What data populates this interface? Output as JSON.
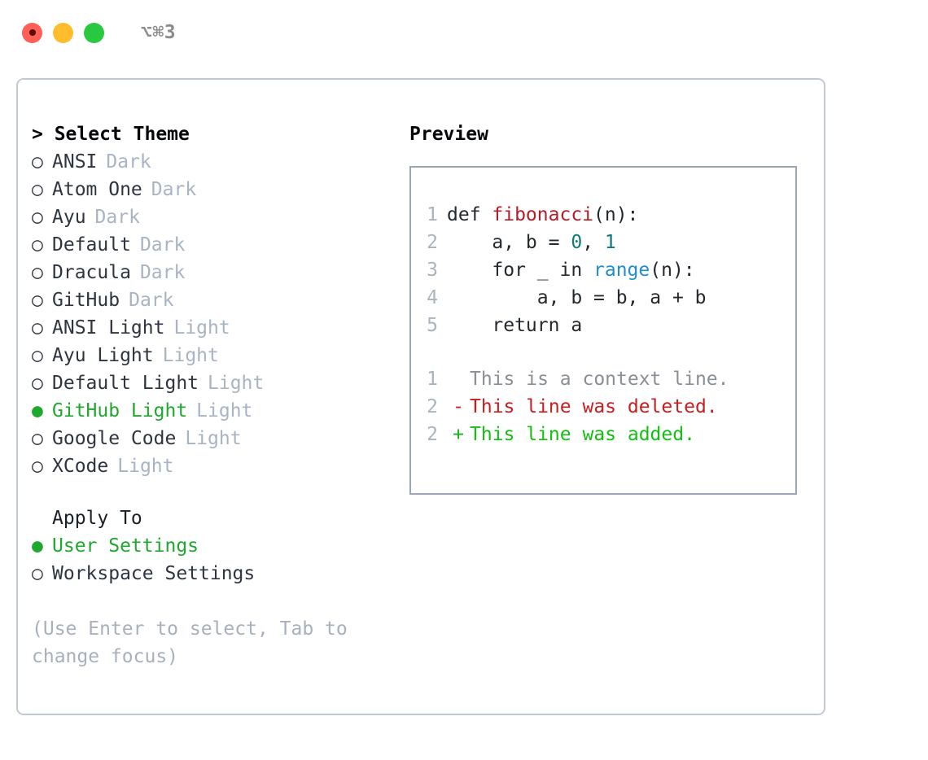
{
  "titlebar": {
    "shortcut": "⌥⌘3",
    "lights": [
      {
        "name": "close",
        "color": "#ff5f57"
      },
      {
        "name": "minimize",
        "color": "#ffbd2e"
      },
      {
        "name": "maximize",
        "color": "#28c840"
      }
    ]
  },
  "theme_picker": {
    "header": "> Select Theme",
    "prompt_glyph": ">",
    "marker_selected": "●",
    "marker_unselected": "○",
    "items": [
      {
        "label": "ANSI",
        "badge": "Dark",
        "selected": false
      },
      {
        "label": "Atom One",
        "badge": "Dark",
        "selected": false
      },
      {
        "label": "Ayu",
        "badge": "Dark",
        "selected": false
      },
      {
        "label": "Default",
        "badge": "Dark",
        "selected": false
      },
      {
        "label": "Dracula",
        "badge": "Dark",
        "selected": false
      },
      {
        "label": "GitHub",
        "badge": "Dark",
        "selected": false
      },
      {
        "label": "ANSI Light",
        "badge": "Light",
        "selected": false
      },
      {
        "label": "Ayu Light",
        "badge": "Light",
        "selected": false
      },
      {
        "label": "Default Light",
        "badge": "Light",
        "selected": false
      },
      {
        "label": "GitHub Light",
        "badge": "Light",
        "selected": true
      },
      {
        "label": "Google Code",
        "badge": "Light",
        "selected": false
      },
      {
        "label": "XCode",
        "badge": "Light",
        "selected": false
      }
    ]
  },
  "apply_to": {
    "title": "Apply To",
    "items": [
      {
        "label": "User Settings",
        "selected": true
      },
      {
        "label": "Workspace Settings",
        "selected": false
      }
    ]
  },
  "hint": "(Use Enter to select, Tab to change focus)",
  "preview": {
    "title": "Preview",
    "code": [
      {
        "lineno": "1",
        "tokens": [
          {
            "text": "def ",
            "kind": "kw"
          },
          {
            "text": "fibonacci",
            "kind": "fn"
          },
          {
            "text": "(n):",
            "kind": "plain"
          }
        ]
      },
      {
        "lineno": "2",
        "tokens": [
          {
            "text": "    a, b = ",
            "kind": "plain"
          },
          {
            "text": "0",
            "kind": "num"
          },
          {
            "text": ", ",
            "kind": "plain"
          },
          {
            "text": "1",
            "kind": "num"
          }
        ]
      },
      {
        "lineno": "3",
        "tokens": [
          {
            "text": "    for _ in ",
            "kind": "plain"
          },
          {
            "text": "range",
            "kind": "call"
          },
          {
            "text": "(n):",
            "kind": "plain"
          }
        ]
      },
      {
        "lineno": "4",
        "tokens": [
          {
            "text": "        a, b = b, a + b",
            "kind": "plain"
          }
        ]
      },
      {
        "lineno": "5",
        "tokens": [
          {
            "text": "    return a",
            "kind": "plain"
          }
        ]
      }
    ],
    "diff": [
      {
        "lineno": "1",
        "marker": " ",
        "kind": "ctx",
        "text": "This is a context line."
      },
      {
        "lineno": "2",
        "marker": "-",
        "kind": "del",
        "text": "This line was deleted."
      },
      {
        "lineno": "2",
        "marker": "+",
        "kind": "add",
        "text": "This line was added."
      }
    ]
  },
  "colors": {
    "accent_green": "#1fa82e",
    "badge_gray": "#a8b4c3",
    "hint_gray": "#a8b0bd",
    "text_dark": "#2e3440",
    "panel_border": "#c3c9d4",
    "preview_border": "#9aa7b6",
    "diff_add": "#13bf13",
    "diff_del": "#c81e1e",
    "syntax_fn": "#b31d28",
    "syntax_num": "#0c7b77",
    "syntax_call": "#1f8ecd"
  }
}
